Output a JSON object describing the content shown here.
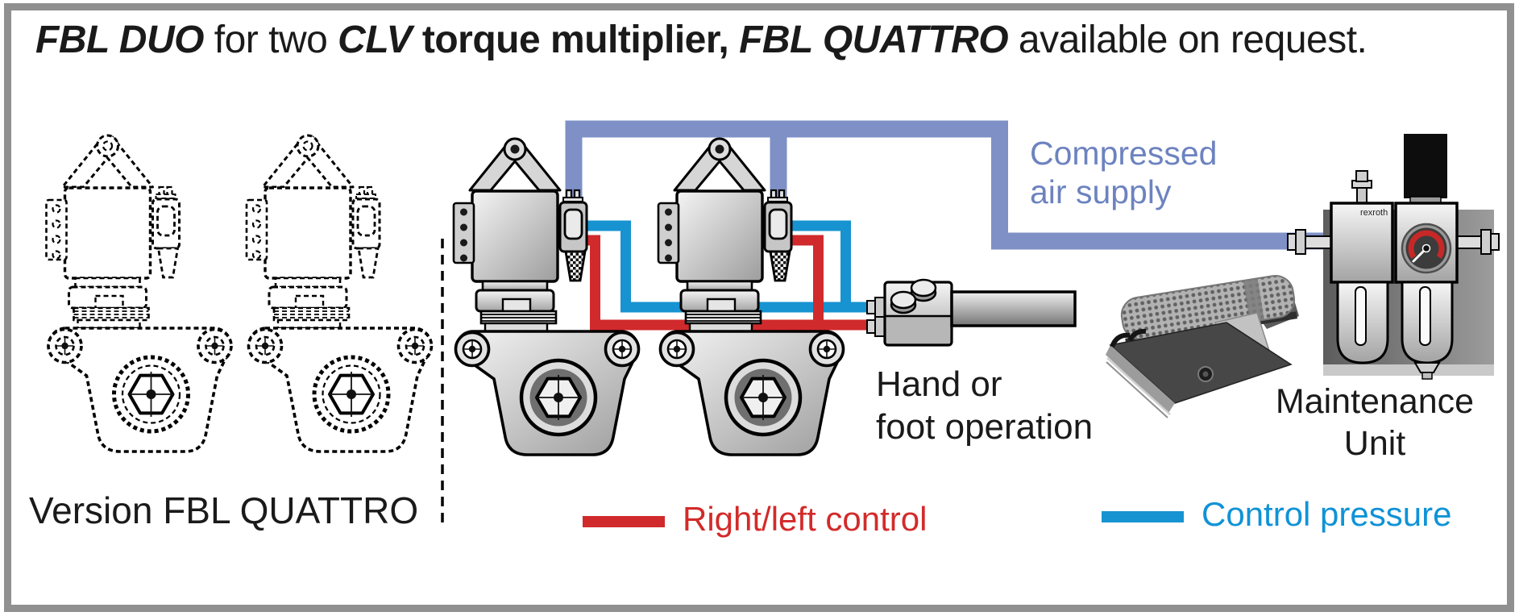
{
  "title": {
    "segments": [
      {
        "text": "FBL DUO",
        "style": "bold-italic"
      },
      {
        "text": " for two ",
        "style": "regular"
      },
      {
        "text": "CLV",
        "style": "bold-italic"
      },
      {
        "text": " torque multiplier, ",
        "style": "bold"
      },
      {
        "text": "FBL QUATTRO",
        "style": "bold-italic"
      },
      {
        "text": " available on request.",
        "style": "regular"
      }
    ]
  },
  "left_panel": {
    "caption": "Version FBL QUATTRO"
  },
  "labels": {
    "compressed_air": {
      "line1": "Compressed",
      "line2": "air supply"
    },
    "hand_foot": {
      "line1": "Hand or",
      "line2": "foot operation"
    },
    "maintenance": {
      "line1": "Maintenance",
      "line2": "Unit"
    },
    "brand": "rexroth"
  },
  "legend": {
    "items": [
      {
        "label": "Right/left control",
        "color": "#d22b2a"
      },
      {
        "label": "Control pressure",
        "color": "#0f93d6"
      }
    ]
  },
  "colors": {
    "compressed_air_tube": "#7e90c6",
    "control_pressure_tube": "#1693d0",
    "right_left_control_tube": "#d02a2c",
    "frame": "#909090"
  }
}
